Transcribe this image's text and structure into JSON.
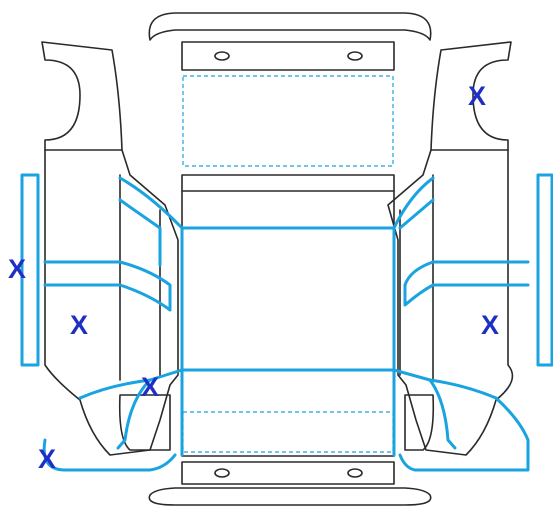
{
  "diagram": {
    "damage_marks": [
      {
        "id": "upper-right-fender",
        "text": "X"
      },
      {
        "id": "left-side-panel",
        "text": "X"
      },
      {
        "id": "left-front-door",
        "text": "X"
      },
      {
        "id": "right-front-door",
        "text": "X"
      },
      {
        "id": "left-rear-step",
        "text": "X"
      },
      {
        "id": "left-rear-corner",
        "text": "X"
      }
    ],
    "colors": {
      "outline": "#2a2a2a",
      "highlight": "#19a3e0",
      "mark": "#1f2fc4"
    }
  }
}
